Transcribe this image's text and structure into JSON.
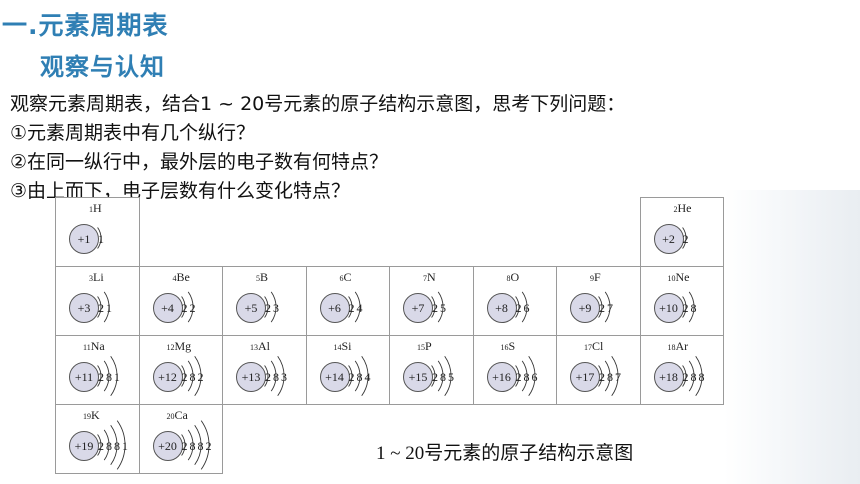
{
  "heading": {
    "main": "一.元素周期表",
    "sub": "观察与认知"
  },
  "intro": {
    "lead": "观察元素周期表，结合1 ~ 20号元素的原子结构示意图，思考下列问题：",
    "q1": "①元素周期表中有几个纵行？",
    "q2": "②在同一纵行中，最外层的电子数有何特点？",
    "q3": "③由上而下，电子层数有什么变化特点？"
  },
  "elements": [
    {
      "z": "1",
      "symbol": "H",
      "nucleus": "+1",
      "shells": [
        "1"
      ],
      "row": 0,
      "col": 0
    },
    {
      "z": "2",
      "symbol": "He",
      "nucleus": "+2",
      "shells": [
        "2"
      ],
      "row": 0,
      "col": 7
    },
    {
      "z": "3",
      "symbol": "Li",
      "nucleus": "+3",
      "shells": [
        "2",
        "1"
      ],
      "row": 1,
      "col": 0
    },
    {
      "z": "4",
      "symbol": "Be",
      "nucleus": "+4",
      "shells": [
        "2",
        "2"
      ],
      "row": 1,
      "col": 1
    },
    {
      "z": "5",
      "symbol": "B",
      "nucleus": "+5",
      "shells": [
        "2",
        "3"
      ],
      "row": 1,
      "col": 2
    },
    {
      "z": "6",
      "symbol": "C",
      "nucleus": "+6",
      "shells": [
        "2",
        "4"
      ],
      "row": 1,
      "col": 3
    },
    {
      "z": "7",
      "symbol": "N",
      "nucleus": "+7",
      "shells": [
        "2",
        "5"
      ],
      "row": 1,
      "col": 4
    },
    {
      "z": "8",
      "symbol": "O",
      "nucleus": "+8",
      "shells": [
        "2",
        "6"
      ],
      "row": 1,
      "col": 5
    },
    {
      "z": "9",
      "symbol": "F",
      "nucleus": "+9",
      "shells": [
        "2",
        "7"
      ],
      "row": 1,
      "col": 6
    },
    {
      "z": "10",
      "symbol": "Ne",
      "nucleus": "+10",
      "shells": [
        "2",
        "8"
      ],
      "row": 1,
      "col": 7
    },
    {
      "z": "11",
      "symbol": "Na",
      "nucleus": "+11",
      "shells": [
        "2",
        "8",
        "1"
      ],
      "row": 2,
      "col": 0
    },
    {
      "z": "12",
      "symbol": "Mg",
      "nucleus": "+12",
      "shells": [
        "2",
        "8",
        "2"
      ],
      "row": 2,
      "col": 1
    },
    {
      "z": "13",
      "symbol": "Al",
      "nucleus": "+13",
      "shells": [
        "2",
        "8",
        "3"
      ],
      "row": 2,
      "col": 2
    },
    {
      "z": "14",
      "symbol": "Si",
      "nucleus": "+14",
      "shells": [
        "2",
        "8",
        "4"
      ],
      "row": 2,
      "col": 3
    },
    {
      "z": "15",
      "symbol": "P",
      "nucleus": "+15",
      "shells": [
        "2",
        "8",
        "5"
      ],
      "row": 2,
      "col": 4
    },
    {
      "z": "16",
      "symbol": "S",
      "nucleus": "+16",
      "shells": [
        "2",
        "8",
        "6"
      ],
      "row": 2,
      "col": 5
    },
    {
      "z": "17",
      "symbol": "Cl",
      "nucleus": "+17",
      "shells": [
        "2",
        "8",
        "7"
      ],
      "row": 2,
      "col": 6
    },
    {
      "z": "18",
      "symbol": "Ar",
      "nucleus": "+18",
      "shells": [
        "2",
        "8",
        "8"
      ],
      "row": 2,
      "col": 7
    },
    {
      "z": "19",
      "symbol": "K",
      "nucleus": "+19",
      "shells": [
        "2",
        "8",
        "8",
        "1"
      ],
      "row": 3,
      "col": 0
    },
    {
      "z": "20",
      "symbol": "Ca",
      "nucleus": "+20",
      "shells": [
        "2",
        "8",
        "8",
        "2"
      ],
      "row": 3,
      "col": 1
    }
  ],
  "caption": "1 ~ 20号元素的原子结构示意图",
  "colors": {
    "heading": "#2f7fb4",
    "nucleus_fill": "#d9d9e8"
  }
}
